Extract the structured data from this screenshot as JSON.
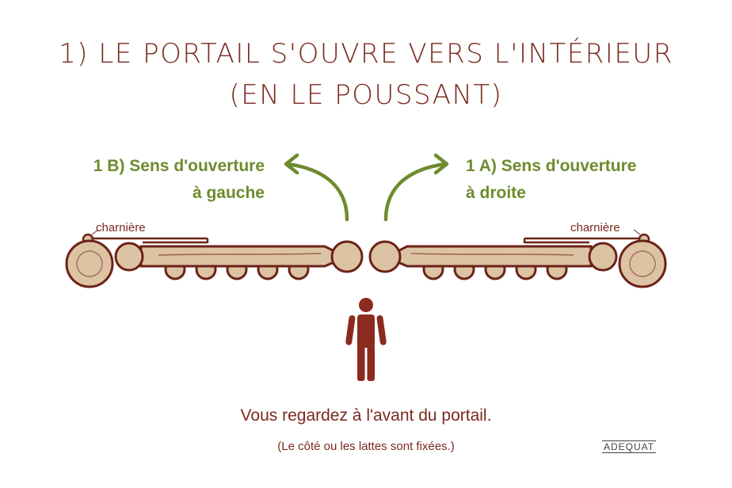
{
  "title": {
    "line1": "1) LE PORTAIL S'OUVRE VERS L'INTÉRIEUR",
    "line2": "(EN LE POUSSANT)"
  },
  "labels": {
    "left_line1": "1 B) Sens d'ouverture",
    "left_line2": "à gauche",
    "right_line1": "1 A) Sens d'ouverture",
    "right_line2": "à droite",
    "hinge_left": "charnière",
    "hinge_right": "charnière"
  },
  "caption": "Vous regardez à l'avant du portail.",
  "note": "(Le côté ou les lattes sont fixées.)",
  "brand": "ADEQUAT",
  "colors": {
    "title": "#7a2a1f",
    "accent_green": "#6e8b2e",
    "wood": "#dcc3a4",
    "outline": "#6b2218",
    "person": "#8b2a1f"
  },
  "icons": {
    "person": "person-icon",
    "arrow_left": "curved-arrow-left-icon",
    "arrow_right": "curved-arrow-right-icon"
  }
}
